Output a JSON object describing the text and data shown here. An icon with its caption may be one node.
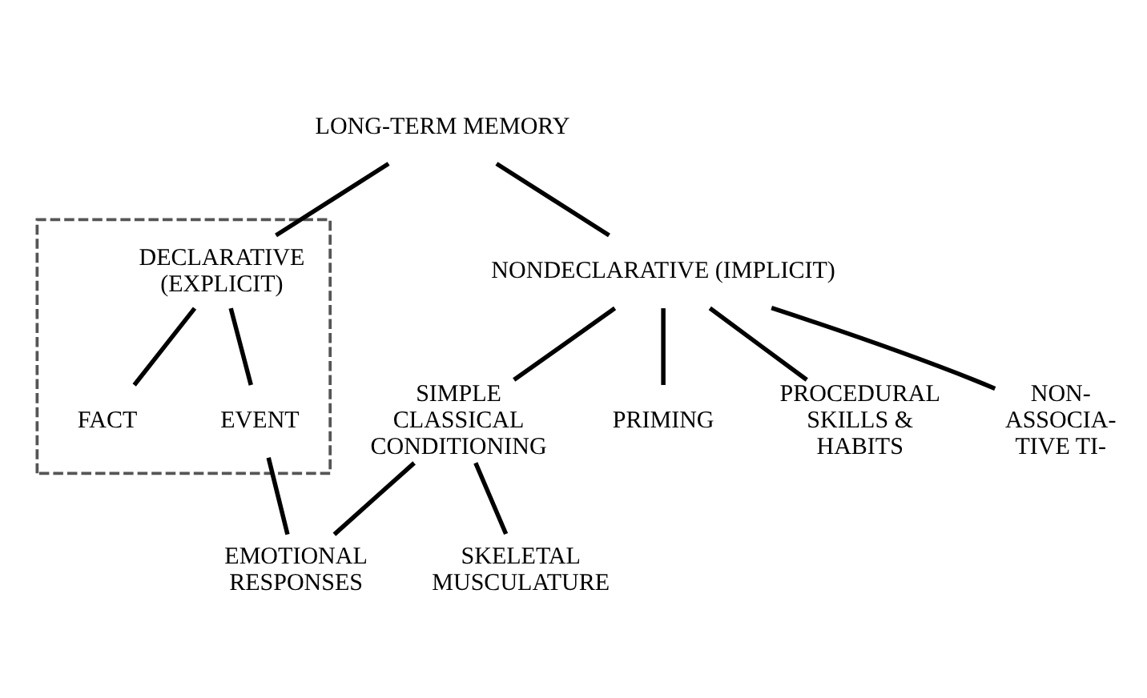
{
  "diagram": {
    "nodes": [
      {
        "text": [
          "LONG-TERM MEMORY"
        ]
      },
      {
        "text": [
          "NONDECLARATIVE (IMPLICIT)"
        ]
      },
      {
        "text": [],
        "shape": "box"
      },
      {
        "text": [
          "DECLARATIVE (EXPLICIT)"
        ],
        "in": 2
      },
      {
        "text": [
          "FACT"
        ],
        "in": 2
      },
      {
        "text": [
          "EVENT"
        ],
        "in": 2
      },
      {
        "text": [
          "SIMPLE CLASSICAL CONDITIONING"
        ]
      },
      {
        "text": [
          "PRIMING"
        ]
      },
      {
        "text": [
          "PROCEDURAL SKILLS & HABITS"
        ]
      },
      {
        "text": [
          "NON- ASSOCIA- TIVE TI-"
        ]
      },
      {
        "text": [
          "EMOTIONAL RESPONSES"
        ]
      },
      {
        "text": [
          "SKELETAL MUSCULATURE"
        ]
      }
    ],
    "edges": [
      {
        "from": 0,
        "to": 3,
        "arrow": "none"
      },
      {
        "from": 0,
        "to": 1,
        "arrow": "none"
      },
      {
        "from": 1,
        "to": 6,
        "arrow": "none"
      },
      {
        "from": 1,
        "to": 7,
        "arrow": "none"
      },
      {
        "from": 1,
        "to": 8,
        "arrow": "none"
      },
      {
        "from": 1,
        "to": 9,
        "arrow": "none"
      },
      {
        "from": 3,
        "to": 4,
        "arrow": "none"
      },
      {
        "from": 3,
        "to": 5,
        "arrow": "none"
      },
      {
        "from": 6,
        "to": 10,
        "arrow": "none"
      },
      {
        "from": 6,
        "to": 11,
        "arrow": "none"
      },
      {
        "from": 5,
        "to": 10,
        "arrow": "none"
      }
    ]
  }
}
